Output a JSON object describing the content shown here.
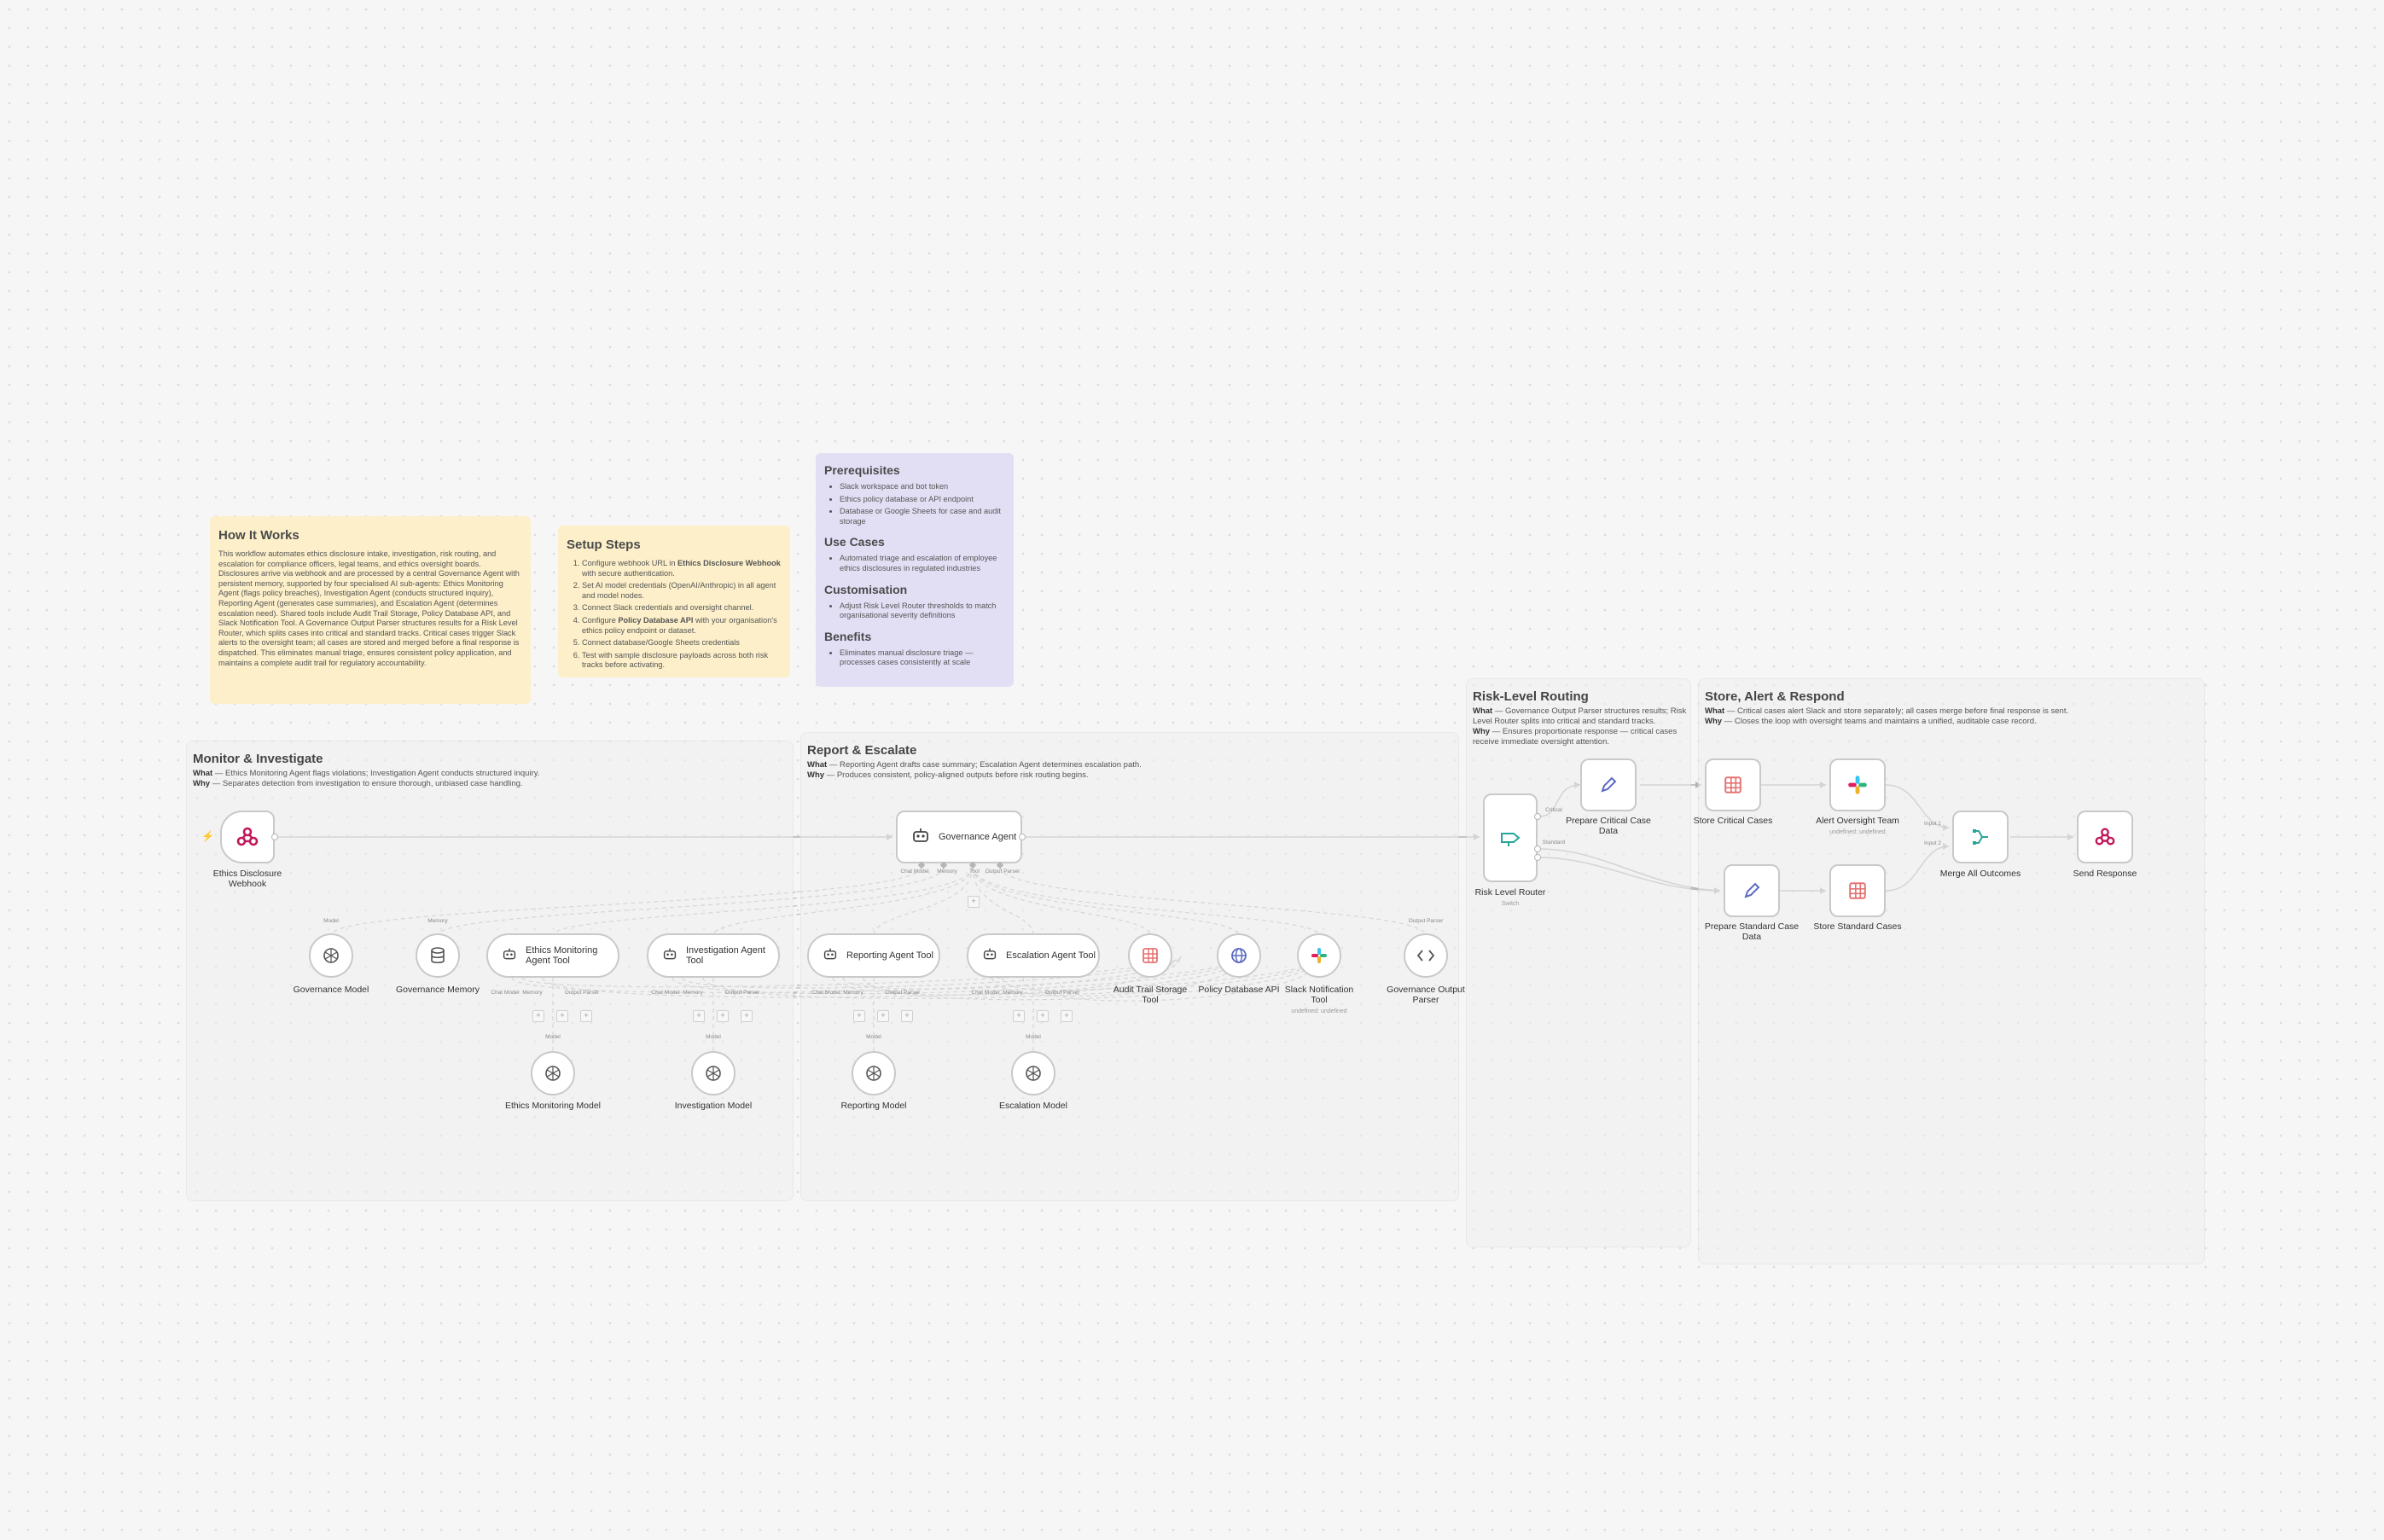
{
  "sticky_notes": {
    "how_it_works": {
      "title": "How It Works",
      "body": "This workflow automates ethics disclosure intake, investigation, risk routing, and escalation for compliance officers, legal teams, and ethics oversight boards. Disclosures arrive via webhook and are processed by a central Governance Agent with persistent memory, supported by four specialised AI sub-agents: Ethics Monitoring Agent (flags policy breaches), Investigation Agent (conducts structured inquiry), Reporting Agent (generates case summaries), and Escalation Agent (determines escalation need). Shared tools include Audit Trail Storage, Policy Database API, and Slack Notification Tool. A Governance Output Parser structures results for a Risk Level Router, which splits cases into critical and standard tracks. Critical cases trigger Slack alerts to the oversight team; all cases are stored and merged before a final response is dispatched. This eliminates manual triage, ensures consistent policy application, and maintains a complete audit trail for regulatory accountability."
    },
    "setup_steps": {
      "title": "Setup Steps",
      "steps": [
        {
          "pre": "Configure webhook URL in ",
          "bold": "Ethics Disclosure Webhook",
          "post": " with secure authentication."
        },
        {
          "pre": "Set AI model credentials (OpenAI/Anthropic) in all agent and model nodes.",
          "bold": "",
          "post": ""
        },
        {
          "pre": "Connect Slack credentials and oversight channel.",
          "bold": "",
          "post": ""
        },
        {
          "pre": "Configure ",
          "bold": "Policy Database API",
          "post": " with your organisation's ethics policy endpoint or dataset."
        },
        {
          "pre": "Connect database/Google Sheets credentials",
          "bold": "",
          "post": ""
        },
        {
          "pre": "Test with sample disclosure payloads across both risk tracks before activating.",
          "bold": "",
          "post": ""
        }
      ]
    },
    "prerequisites": {
      "title": "Prerequisites",
      "items": [
        "Slack workspace and bot token",
        "Ethics policy database or API endpoint",
        "Database or Google Sheets for case and audit storage"
      ],
      "use_cases_title": "Use Cases",
      "use_cases": [
        "Automated triage and escalation of employee ethics disclosures in regulated industries"
      ],
      "customisation_title": "Customisation",
      "customisation": [
        "Adjust Risk Level Router thresholds to match organisational severity definitions"
      ],
      "benefits_title": "Benefits",
      "benefits": [
        "Eliminates manual disclosure triage — processes cases consistently at scale"
      ]
    }
  },
  "groups": {
    "monitor": {
      "title": "Monitor & Investigate",
      "what_label": "What",
      "what": " — Ethics Monitoring Agent flags violations; Investigation Agent conducts structured inquiry.",
      "why_label": "Why",
      "why": " — Separates detection from investigation to ensure thorough, unbiased case handling."
    },
    "report": {
      "title": "Report & Escalate",
      "what_label": "What",
      "what": " — Reporting Agent drafts case summary; Escalation Agent determines escalation path.",
      "why_label": "Why",
      "why": " — Produces consistent, policy-aligned outputs before risk routing begins."
    },
    "risk": {
      "title": "Risk-Level Routing",
      "what_label": "What",
      "what": " — Governance Output Parser structures results; Risk Level Router splits into critical and standard tracks.",
      "why_label": "Why",
      "why": " — Ensures proportionate response — critical cases receive immediate oversight attention."
    },
    "store": {
      "title": "Store, Alert & Respond",
      "what_label": "What",
      "what": " — Critical cases alert Slack and store separately; all cases merge before final response is sent.",
      "why_label": "Why",
      "why": " — Closes the loop with oversight teams and maintains a unified, auditable case record."
    }
  },
  "nodes": {
    "webhook": {
      "label": "Ethics Disclosure Webhook",
      "icon": "webhook-icon"
    },
    "governance_agent": {
      "label": "Governance Agent",
      "icon": "robot-icon"
    },
    "governance_model": {
      "label": "Governance Model",
      "icon": "openai-icon"
    },
    "governance_memory": {
      "label": "Governance Memory",
      "icon": "database-icon"
    },
    "ethics_tool": {
      "label": "Ethics Monitoring Agent Tool",
      "icon": "robot-icon"
    },
    "investigation_tool": {
      "label": "Investigation Agent Tool",
      "icon": "robot-icon"
    },
    "reporting_tool": {
      "label": "Reporting Agent Tool",
      "icon": "robot-icon"
    },
    "escalation_tool": {
      "label": "Escalation Agent Tool",
      "icon": "robot-icon"
    },
    "audit_tool": {
      "label": "Audit Trail Storage Tool",
      "icon": "table-icon"
    },
    "policy_tool": {
      "label": "Policy Database API",
      "icon": "globe-icon"
    },
    "slack_tool": {
      "label": "Slack Notification Tool",
      "sub": "undefined: undefined",
      "icon": "slack-icon"
    },
    "output_parser": {
      "label": "Governance Output Parser",
      "icon": "code-icon"
    },
    "ethics_model": {
      "label": "Ethics Monitoring Model",
      "icon": "openai-icon"
    },
    "investigation_model": {
      "label": "Investigation Model",
      "icon": "openai-icon"
    },
    "reporting_model": {
      "label": "Reporting Model",
      "icon": "openai-icon"
    },
    "escalation_model": {
      "label": "Escalation Model",
      "icon": "openai-icon"
    },
    "router": {
      "label": "Risk Level Router",
      "sub": "Switch",
      "icon": "router-icon"
    },
    "prep_critical": {
      "label": "Prepare Critical Case Data",
      "icon": "pencil-icon"
    },
    "prep_standard": {
      "label": "Prepare Standard Case Data",
      "icon": "pencil-icon"
    },
    "store_critical": {
      "label": "Store Critical Cases",
      "icon": "table-icon"
    },
    "store_standard": {
      "label": "Store Standard Cases",
      "icon": "table-icon"
    },
    "alert": {
      "label": "Alert Oversight Team",
      "sub": "undefined: undefined",
      "icon": "slack-icon"
    },
    "merge": {
      "label": "Merge All Outcomes",
      "icon": "merge-icon"
    },
    "respond": {
      "label": "Send Response",
      "icon": "webhook-icon"
    }
  },
  "ports": {
    "model": "Model",
    "memory": "Memory",
    "tool": "Tool",
    "output_parser": "Output Parser",
    "chat_model": "Chat Model",
    "input1": "Input 1",
    "input2": "Input 2",
    "critical": "Critical",
    "standard": "Standard"
  },
  "colors": {
    "canvas": "#f6f6f6",
    "sticky_yellow": "#fcefc9",
    "sticky_purple": "#e2dff5",
    "webhook": "#c2185b",
    "pencil": "#5c6bc0",
    "sheets": "#e57373",
    "router": "#26a69a",
    "trigger_bolt": "#ff6d5a"
  }
}
